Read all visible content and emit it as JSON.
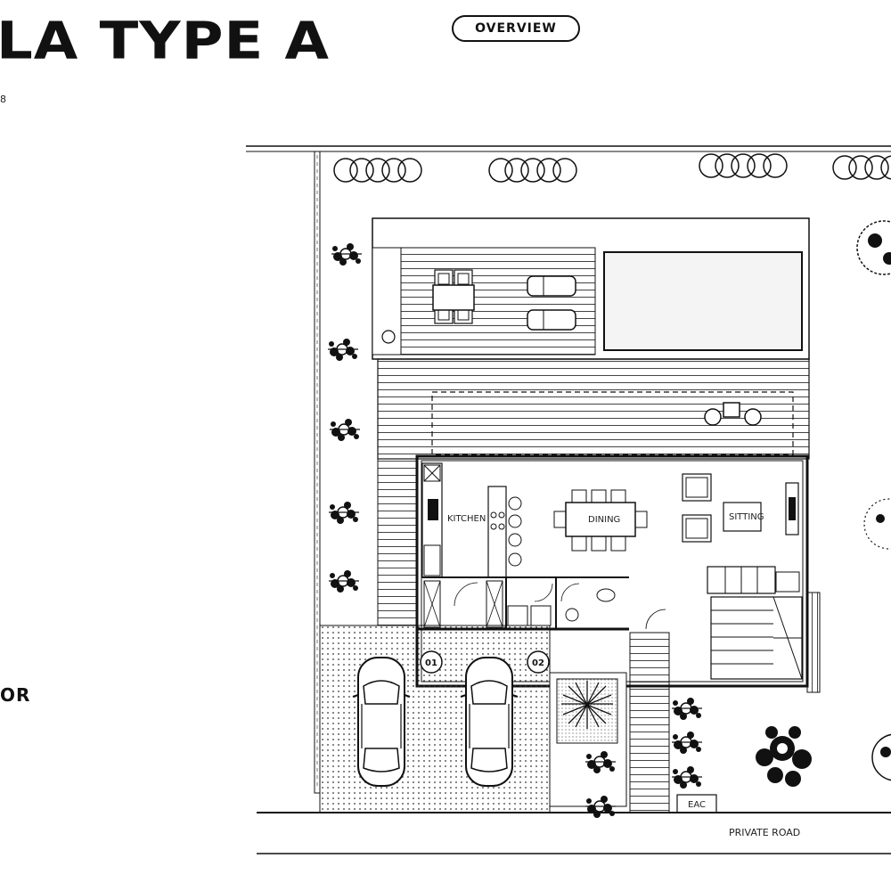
{
  "header": {
    "title": "LA TYPE A",
    "overview_button": "OVERVIEW",
    "subtitle": "8"
  },
  "floor_label": "OR",
  "plan": {
    "rooms": {
      "kitchen": "KITCHEN",
      "dining": "DINING",
      "sitting": "SITTING"
    },
    "parking_spots": [
      "01",
      "02"
    ],
    "eac_label": "EAC",
    "road_label": "PRIVATE ROAD"
  }
}
